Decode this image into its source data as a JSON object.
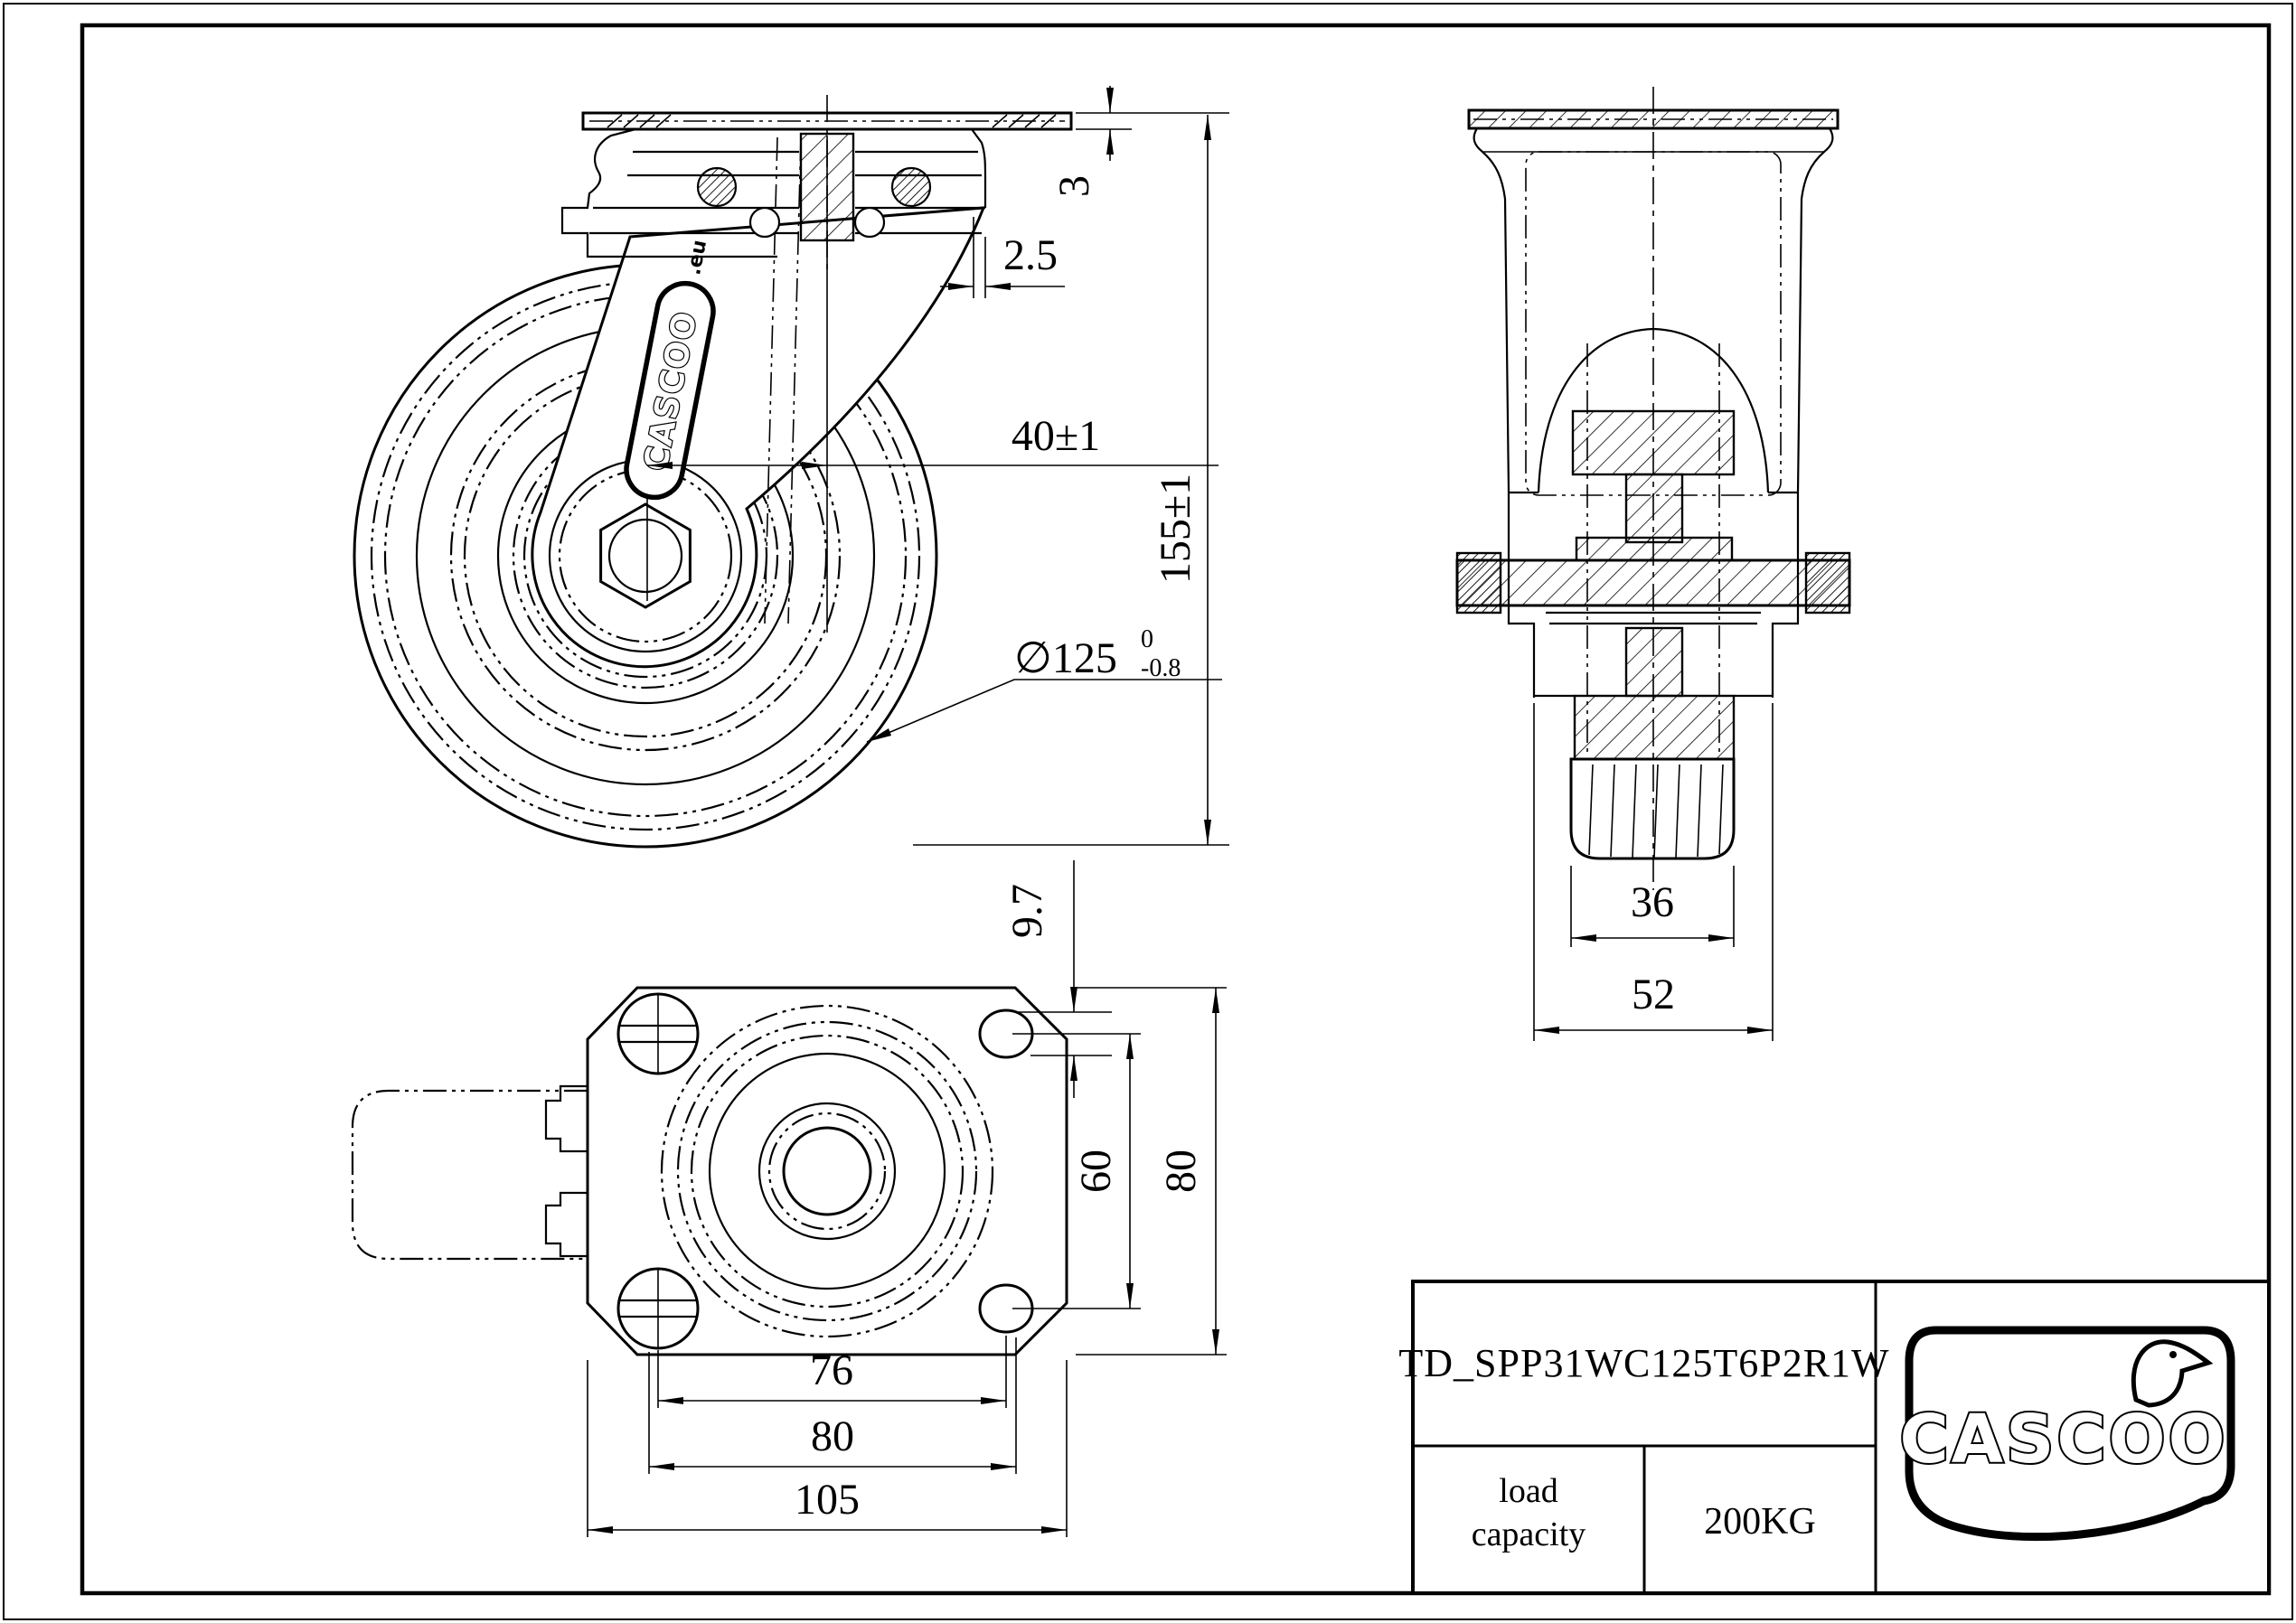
{
  "page": {
    "background": "#ffffff",
    "ink": "#000000"
  },
  "title_block": {
    "part_number": "TD_SPP31WC125T6P2R1W",
    "load_capacity_label_line1": "load",
    "load_capacity_label_line2": "capacity",
    "load_capacity_value": "200KG",
    "brand": "CASCOO"
  },
  "side_view": {
    "badge_brand": "CASCOO",
    "badge_suffix": ".eu",
    "dim_plate_thickness": "3",
    "dim_plate_offset": "2.5",
    "dim_swivel_offset": "40±1",
    "dim_overall_height": "155±1",
    "dim_wheel_diameter": "∅125",
    "dim_wheel_diameter_tol_upper": "0",
    "dim_wheel_diameter_tol_lower": "-0.8"
  },
  "front_view": {
    "dim_tread_width": "36",
    "dim_overall_width": "52"
  },
  "plan_view": {
    "dim_hole_offset": "9.7",
    "dim_bolt_spacing_vertical": "60",
    "dim_plate_depth": "80",
    "dim_bolt_spacing": "76",
    "dim_bolt_spacing_outer": "80",
    "dim_plate_width": "105"
  }
}
